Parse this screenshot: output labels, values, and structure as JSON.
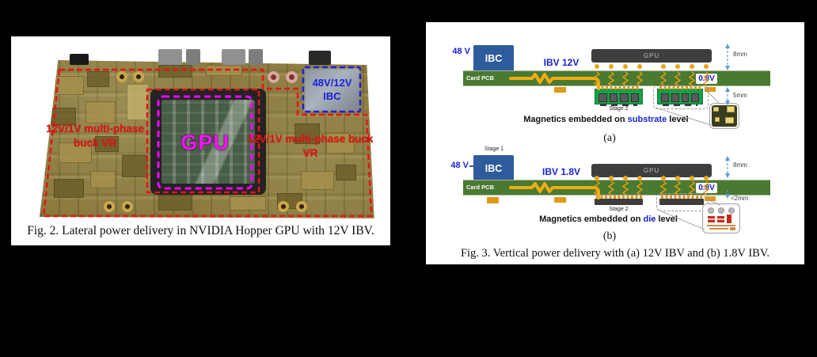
{
  "window": {
    "background": "#000000"
  },
  "fig2": {
    "caption": "Fig. 2. Lateral power delivery in NVIDIA Hopper GPU with 12V IBV.",
    "board": {
      "gpu_label": "GPU",
      "left_vr_label": "12V/1V multi-phase buck VR",
      "right_vr_label": "12V/1V multi-phase buck VR",
      "ibc_label": "48V/12V IBC"
    },
    "colors": {
      "annotation_red": "#e51212",
      "gpu_magenta": "#ff00ff",
      "ibc_blue": "#1a22e0",
      "board_gold": "#8a7a3e"
    }
  },
  "fig3": {
    "caption": "Fig. 3. Vertical power delivery with (a) 12V IBV and (b) 1.8V IBV.",
    "colors": {
      "label_blue": "#1a22d6",
      "pcb_green": "#4a7a31",
      "gpu_gray": "#3e3e3e",
      "ibc_box_blue": "#2d5b9b",
      "trace_yellow": "#f2ac14",
      "dimension_blue": "#5b9bd5",
      "stage2_green": "#18a047"
    },
    "sub_a": {
      "sublabel": "(a)",
      "input_voltage": "48 V",
      "ibc_label": "IBC",
      "ibv_label": "IBV 12V",
      "pcb_label": "Card PCB",
      "gpu_label": "GPU",
      "output_voltage": "0.8V",
      "stage2_label": "Stage 2",
      "dim_top": "8mm",
      "dim_bottom": "5mm",
      "magnetics_prefix": "Magnetics embedded on ",
      "magnetics_highlight": "substrate",
      "magnetics_suffix": " level"
    },
    "sub_b": {
      "sublabel": "(b)",
      "stage1_label": "Stage 1",
      "input_voltage": "48 V",
      "ibc_label": "IBC",
      "ibv_label": "IBV 1.8V",
      "pcb_label": "Card PCB",
      "gpu_label": "GPU",
      "output_voltage": "0.8V",
      "stage2_label": "Stage 2",
      "dim_top": "8mm",
      "dim_bottom": "<2mm",
      "magnetics_prefix": "Magnetics embedded on ",
      "magnetics_highlight": "die",
      "magnetics_suffix": " level"
    }
  }
}
